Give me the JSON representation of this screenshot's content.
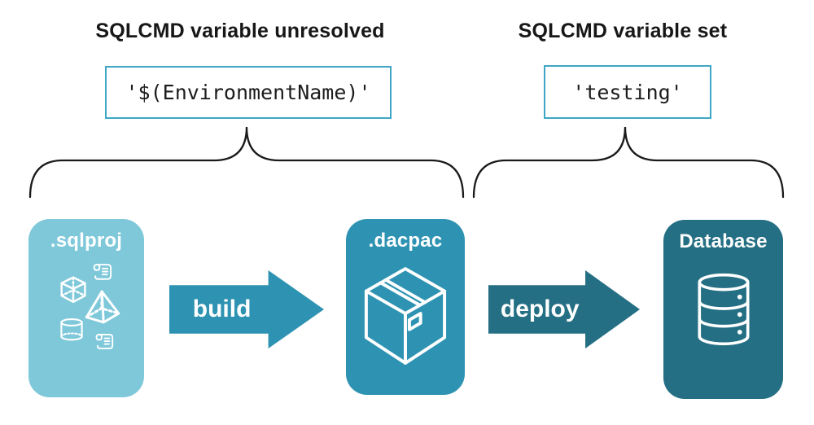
{
  "annotations": {
    "unresolved": {
      "title": "SQLCMD variable unresolved",
      "value": "'$(EnvironmentName)'"
    },
    "resolved": {
      "title": "SQLCMD variable set",
      "value": "'testing'"
    }
  },
  "pipeline": {
    "nodes": [
      {
        "label": ".sqlproj",
        "color": "#7EC8DA",
        "icon": "sql-objects-icons"
      },
      {
        "label": ".dacpac",
        "color": "#2E93B2",
        "icon": "package-icon"
      },
      {
        "label": "Database",
        "color": "#256F84",
        "icon": "database-icon"
      }
    ],
    "arrows": [
      {
        "label": "build",
        "color": "#2E93B2"
      },
      {
        "label": "deploy",
        "color": "#256F84"
      }
    ]
  },
  "colors": {
    "background": "#FFFFFF",
    "code_border": "#3FA7C5",
    "heading_text": "#171717",
    "code_text": "#1C1C1C",
    "brace": "#1A1A1A",
    "icon_stroke": "#FFFFFF",
    "node_label_text": "#FFFFFF"
  }
}
